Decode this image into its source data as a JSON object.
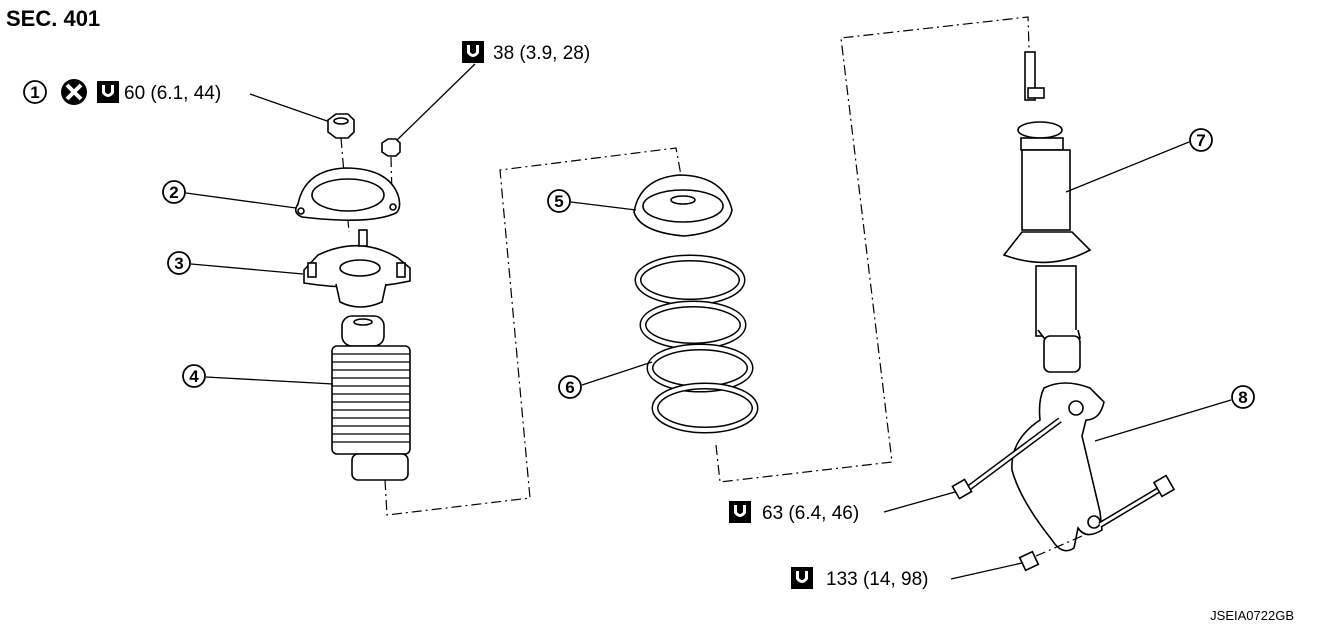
{
  "diagram": {
    "section_label": "SEC. 401",
    "figure_code": "JSEIA0722GB",
    "torque_specs": {
      "upper_nut": "60 (6.1, 44)",
      "mount_nut": "38 (3.9, 28)",
      "fork_bolt": "63 (6.4, 46)",
      "fork_lower_nut": "133 (14, 98)"
    },
    "callouts": {
      "c1": "1",
      "c2": "2",
      "c3": "3",
      "c4": "4",
      "c5": "5",
      "c6": "6",
      "c7": "7",
      "c8": "8"
    },
    "icons": {
      "torque": "torque-wrench-icon",
      "do_not_reuse": "do-not-reuse-icon"
    }
  }
}
